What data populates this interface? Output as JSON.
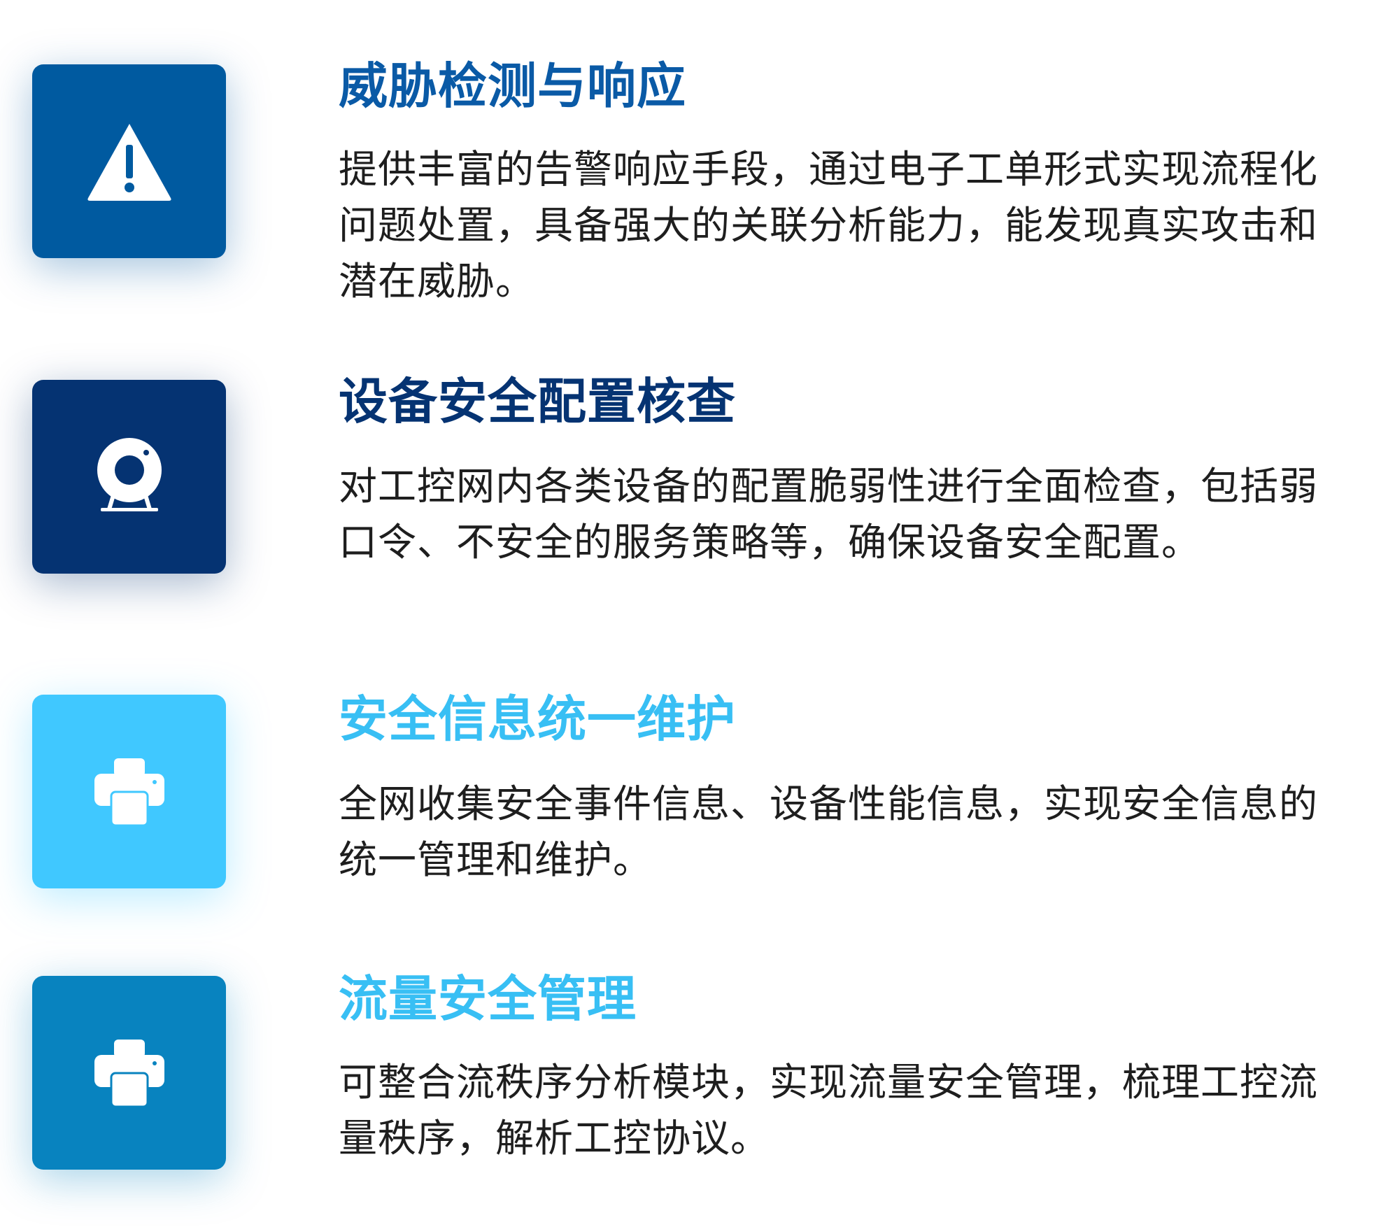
{
  "features": [
    {
      "title": "威胁检测与响应",
      "description": "提供丰富的告警响应手段，通过电子工单形式实现流程化问题处置，具备强大的关联分析能力，能发现真实攻击和潜在威胁。",
      "tile_color": "#005aa0",
      "title_color": "#0a5aa6",
      "icon": "warning-icon"
    },
    {
      "title": "设备安全配置核查",
      "description": "对工控网内各类设备的配置脆弱性进行全面检查，包括弱口令、不安全的服务策略等，确保设备安全配置。",
      "tile_color": "#053372",
      "title_color": "#053372",
      "icon": "webcam-icon"
    },
    {
      "title": "安全信息统一维护",
      "description": "全网收集安全事件信息、设备性能信息，实现安全信息的统一管理和维护。",
      "tile_color": "#40c8ff",
      "title_color": "#38bff4",
      "icon": "printer-icon"
    },
    {
      "title": "流量安全管理",
      "description": "可整合流秩序分析模块，实现流量安全管理，梳理工控流量秩序，解析工控协议。",
      "tile_color": "#0883bf",
      "title_color": "#38bff4",
      "icon": "printer-icon"
    }
  ]
}
